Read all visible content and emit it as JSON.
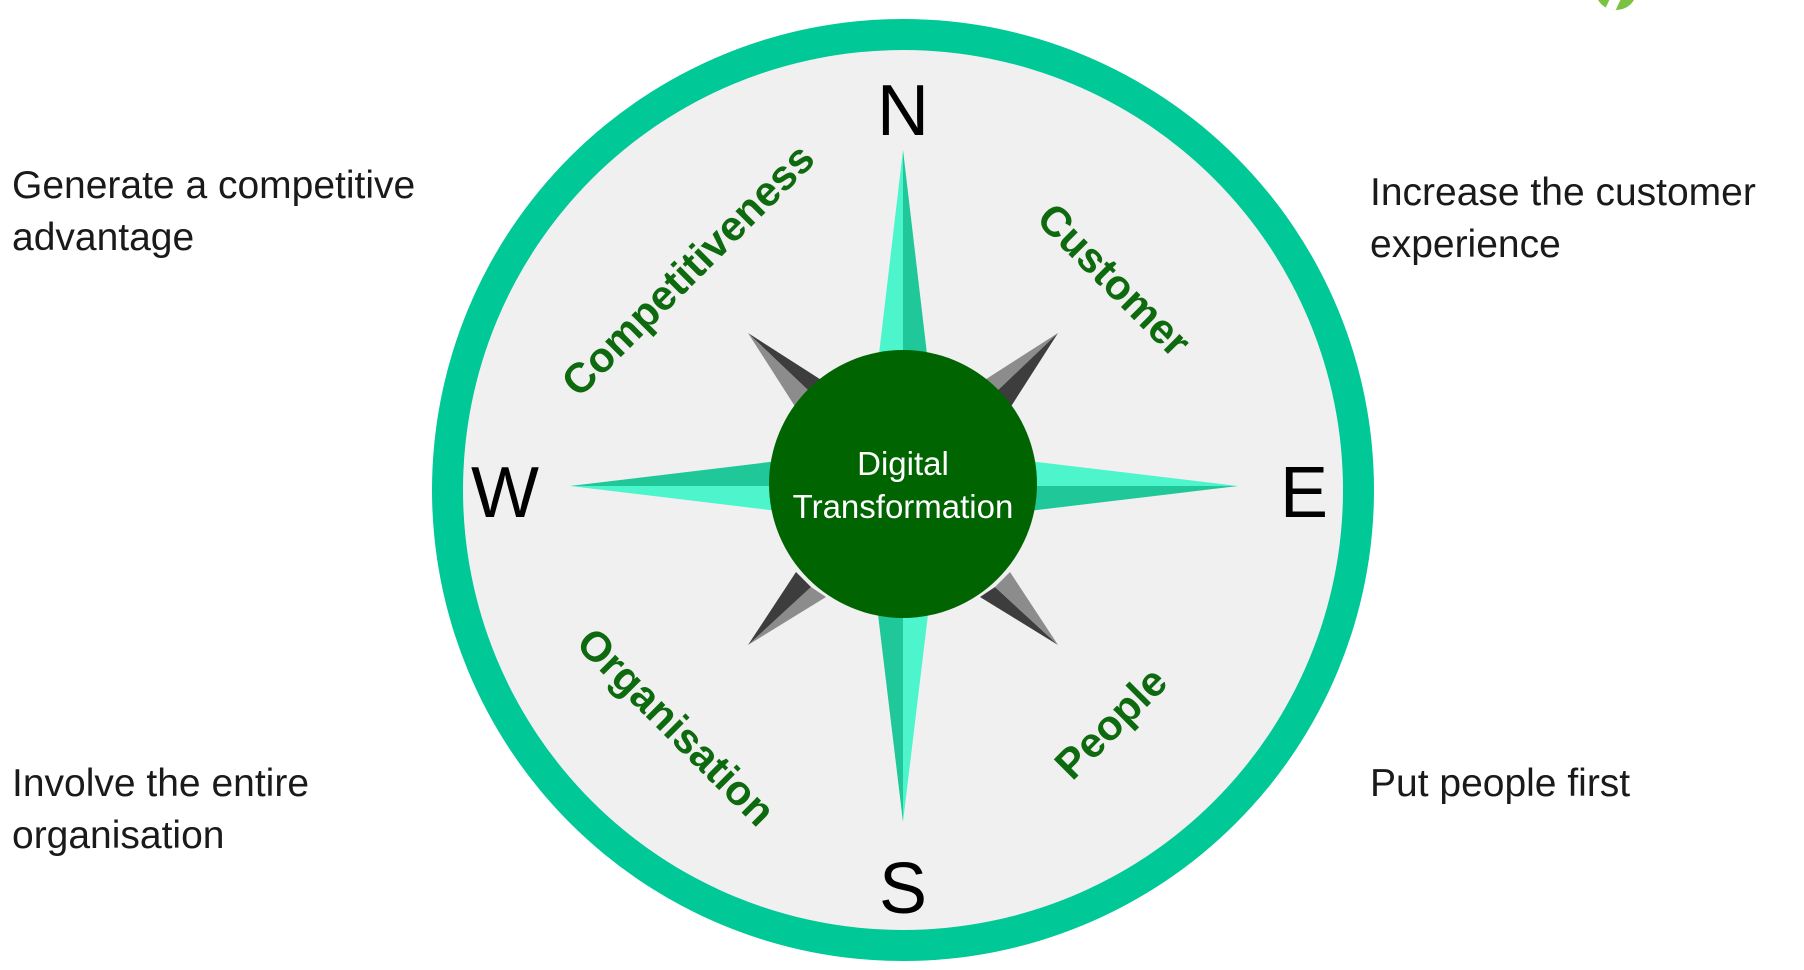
{
  "goals": {
    "top_left": "Generate a competitive advantage",
    "top_right": "Increase the customer experience",
    "bottom_left": "Involve the entire organisation",
    "bottom_right": "Put people first"
  },
  "compass": {
    "north": "N",
    "south": "S",
    "east": "E",
    "west": "W",
    "center_line1": "Digital",
    "center_line2": "Transformation",
    "themes": {
      "north_west": "Competitiveness",
      "north_east": "Customer",
      "south_west": "Organisation",
      "south_east": "People"
    }
  },
  "colors": {
    "ring": "#00c896",
    "face": "#f0f0f0",
    "main_point_light": "#4cf5cc",
    "main_point_dark": "#1fc799",
    "diagonal_point_light": "#8c8c8c",
    "diagonal_point_dark": "#404040",
    "center_disc": "#006400",
    "theme_text": "#0e6a0e"
  },
  "icons": {
    "logo": "green-leaf-logo"
  }
}
